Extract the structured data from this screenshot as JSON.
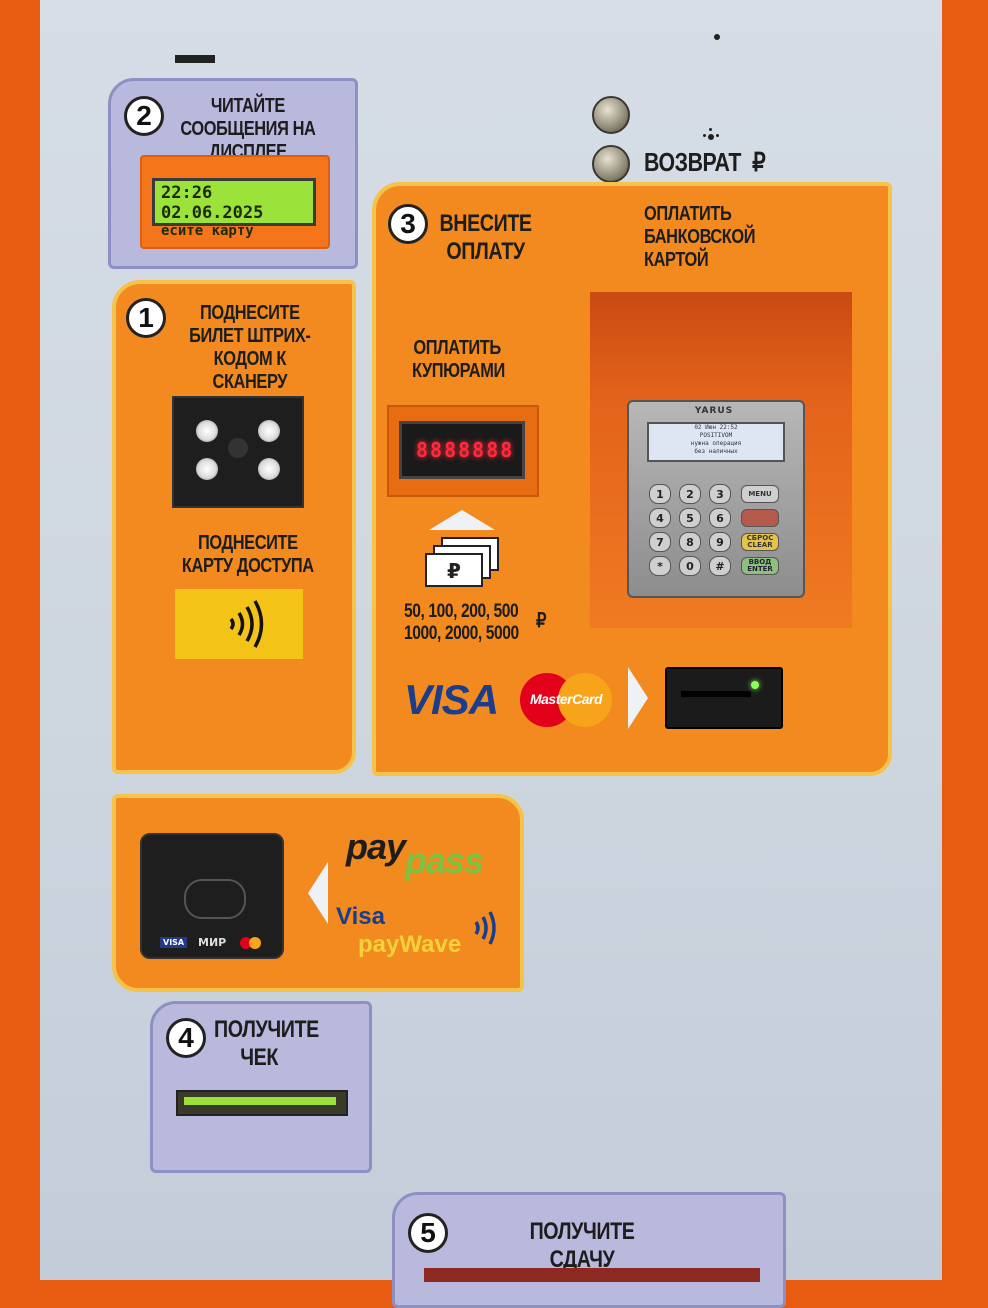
{
  "step1": {
    "number": "1",
    "scan_title": "ПОДНЕСИТЕ БИЛЕТ ШТРИХ-КОДОМ К СКАНЕРУ",
    "card_title": "ПОДНЕСИТЕ КАРТУ ДОСТУПА"
  },
  "step2": {
    "number": "2",
    "title": "ЧИТАЙТЕ СООБЩЕНИЯ НА ДИСПЛЕЕ",
    "display_line1": "22:26 02.06.2025",
    "display_line2": "есите карту"
  },
  "step3": {
    "number": "3",
    "title": "ВНЕСИТЕ ОПЛАТУ",
    "cash_title": "ОПЛАТИТЬ КУПЮРАМИ",
    "denominations_line1": "50, 100, 200, 500",
    "denominations_line2": "1000, 2000, 5000",
    "currency": "₽",
    "card_title": "ОПЛАТИТЬ БАНКОВСКОЙ КАРТОЙ",
    "bill_display": "8888888"
  },
  "return": {
    "label": "ВОЗВРАТ",
    "currency": "₽"
  },
  "terminal": {
    "brand": "YARUS",
    "screen_line1": "02 Июн 22:52",
    "screen_line2": "POSITIVOM",
    "screen_line3": "нужна операция",
    "screen_line4": "без наличных",
    "keys": [
      "1",
      "2",
      "3",
      "4",
      "5",
      "6",
      "7",
      "8",
      "9",
      "*",
      "0",
      "#"
    ],
    "fkeys": [
      "MENU",
      "",
      "СБРОС CLEAR",
      "ВВОД ENTER"
    ]
  },
  "logos": {
    "visa": "VISA",
    "mastercard": "MasterCard",
    "pay": "pay",
    "pass": "pass",
    "visa_small": "Visa",
    "paywave": "payWave"
  },
  "reader": {
    "visa": "VISA",
    "mir": "МИР"
  },
  "step4": {
    "number": "4",
    "title": "ПОЛУЧИТЕ ЧЕК"
  },
  "step5": {
    "number": "5",
    "title": "ПОЛУЧИТЕ СДАЧУ"
  },
  "colors": {
    "housing": "#e85c12",
    "panel": "#d6dde6",
    "orange_box": "#f28a1f",
    "lavender": "#b9b9dd",
    "lcd": "#9be23a"
  }
}
